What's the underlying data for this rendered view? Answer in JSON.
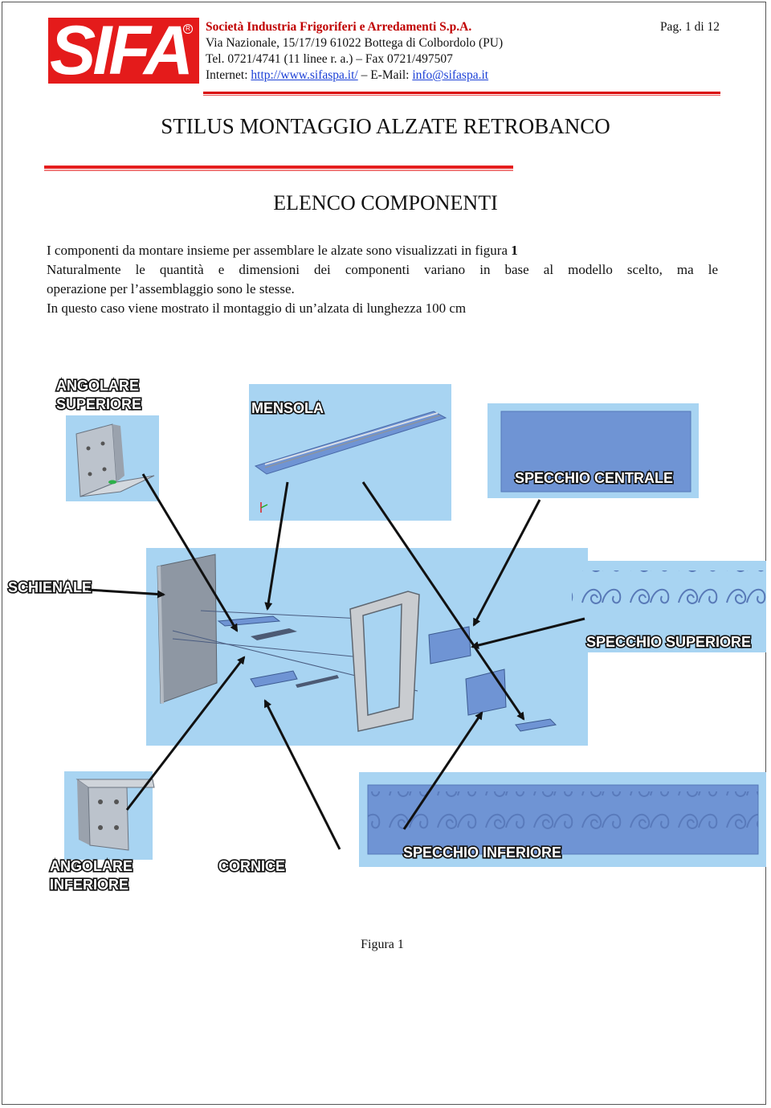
{
  "logo_text": "SIFA",
  "header": {
    "company": "Società Industria Frigoriferi e Arredamenti S.p.A.",
    "address": "Via Nazionale, 15/17/19  61022 Bottega di Colbordolo (PU)",
    "phone": "Tel. 0721/4741 (11 linee r. a.) – Fax 0721/497507",
    "internet_label": "Internet: ",
    "website": "http://www.sifaspa.it/",
    "email_label": " –  E-Mail: ",
    "email": "info@sifaspa.it",
    "page": "Pag. 1 di 12"
  },
  "title": "STILUS MONTAGGIO ALZATE RETROBANCO",
  "subtitle": "ELENCO COMPONENTI",
  "intro": {
    "line1": "I componenti da montare insieme per assemblare le alzate sono visualizzati in figura ",
    "line1_bold": "1",
    "line2": "Naturalmente le quantità e dimensioni dei componenti variano in base al modello scelto, ma le",
    "line3": "operazione per l’assemblaggio sono le stesse.",
    "line4": "In questo caso viene mostrato il montaggio di un’alzata di lunghezza 100 cm"
  },
  "figure_labels": {
    "angolare_superiore_1": "ANGOLARE",
    "angolare_superiore_2": "SUPERIORE",
    "mensola": "MENSOLA",
    "specchio_centrale": "SPECCHIO CENTRALE",
    "schienale": "SCHIENALE",
    "specchio_superiore": "SPECCHIO SUPERIORE",
    "angolare_inferiore_1": "ANGOLARE",
    "angolare_inferiore_2": "INFERIORE",
    "cornice": "CORNICE",
    "specchio_inferiore": "SPECCHIO INFERIORE"
  },
  "caption": "Figura 1",
  "colors": {
    "brand_red": "#e41b1b",
    "light_blue": "#a8d4f2",
    "mirror_blue": "#6f94d4"
  }
}
